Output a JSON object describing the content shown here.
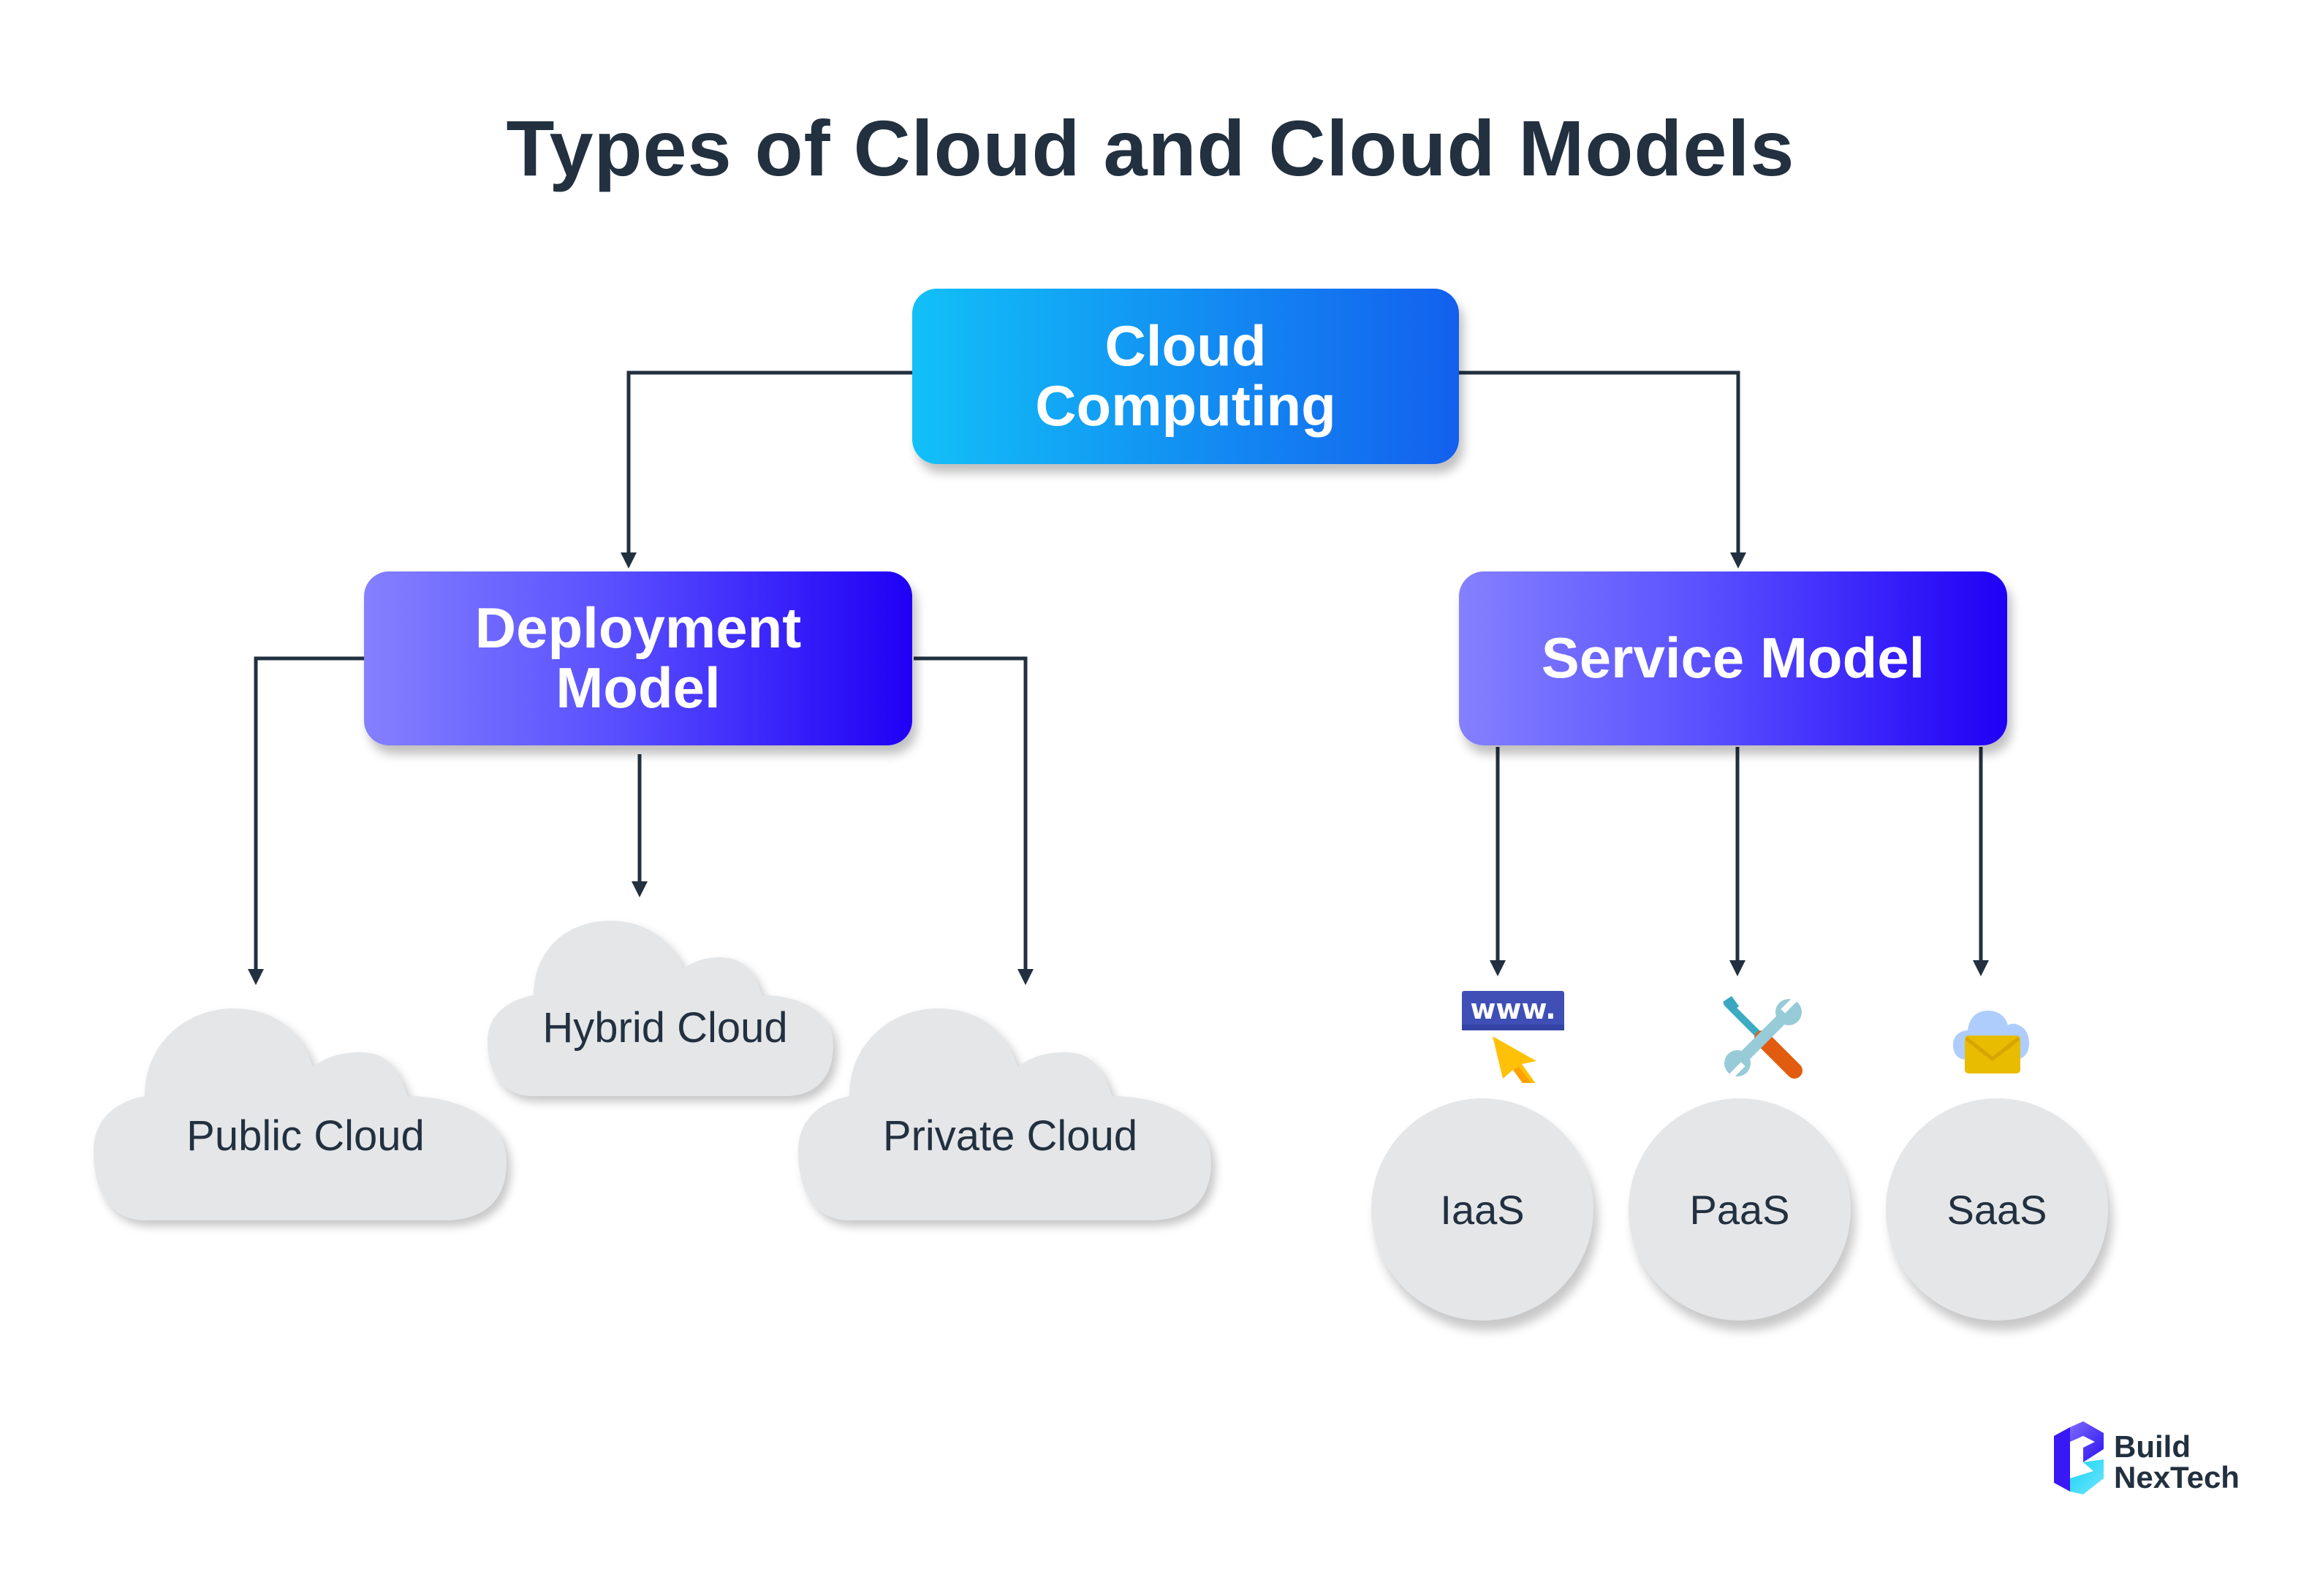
{
  "title": "Types of Cloud and Cloud Models",
  "root": {
    "label_line1": "Cloud",
    "label_line2": "Computing",
    "gradient": [
      "#12c0f7",
      "#1360ee"
    ]
  },
  "branches": {
    "deployment": {
      "label_line1": "Deployment",
      "label_line2": "Model",
      "gradient": [
        "#8480ff",
        "#1f00f5"
      ]
    },
    "service": {
      "label": "Service Model",
      "gradient": [
        "#8480ff",
        "#1f00f5"
      ]
    }
  },
  "deployment_models": [
    {
      "label": "Public Cloud",
      "icon": "cloud-shape"
    },
    {
      "label": "Hybrid Cloud",
      "icon": "cloud-shape"
    },
    {
      "label": "Private Cloud",
      "icon": "cloud-shape"
    }
  ],
  "service_models": [
    {
      "label": "IaaS",
      "icon": "www-cursor-icon"
    },
    {
      "label": "PaaS",
      "icon": "tools-icon"
    },
    {
      "label": "SaaS",
      "icon": "cloud-mail-icon"
    }
  ],
  "colors": {
    "text": "#22303f",
    "connector": "#22303f",
    "shape_fill": "#e4e6e8"
  },
  "logo": {
    "line1": "Build",
    "line2": "NexTech"
  }
}
